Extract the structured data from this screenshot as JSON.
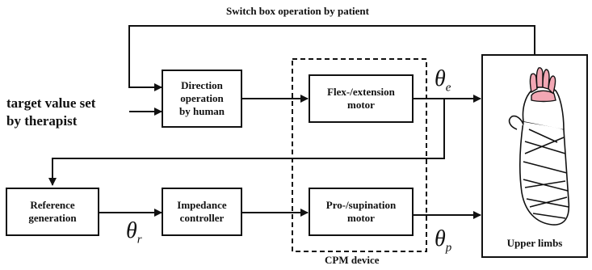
{
  "labels": {
    "feedback_top": "Switch box operation by patient",
    "target_value": "target value set\nby therapist",
    "cpm_device": "CPM device"
  },
  "boxes": {
    "direction": "Direction\noperation\nby human",
    "flex_motor": "Flex-/extension\nmotor",
    "reference": "Reference\ngeneration",
    "impedance": "Impedance\ncontroller",
    "pro_motor": "Pro-/supination\nmotor",
    "upper_limbs": "Upper limbs"
  },
  "symbols": {
    "theta_e": {
      "main": "θ",
      "sub": "e"
    },
    "theta_r": {
      "main": "θ",
      "sub": "r"
    },
    "theta_p": {
      "main": "θ",
      "sub": "p"
    }
  },
  "colors": {
    "line": "#111111",
    "hand_pink": "#f2a7b4"
  }
}
